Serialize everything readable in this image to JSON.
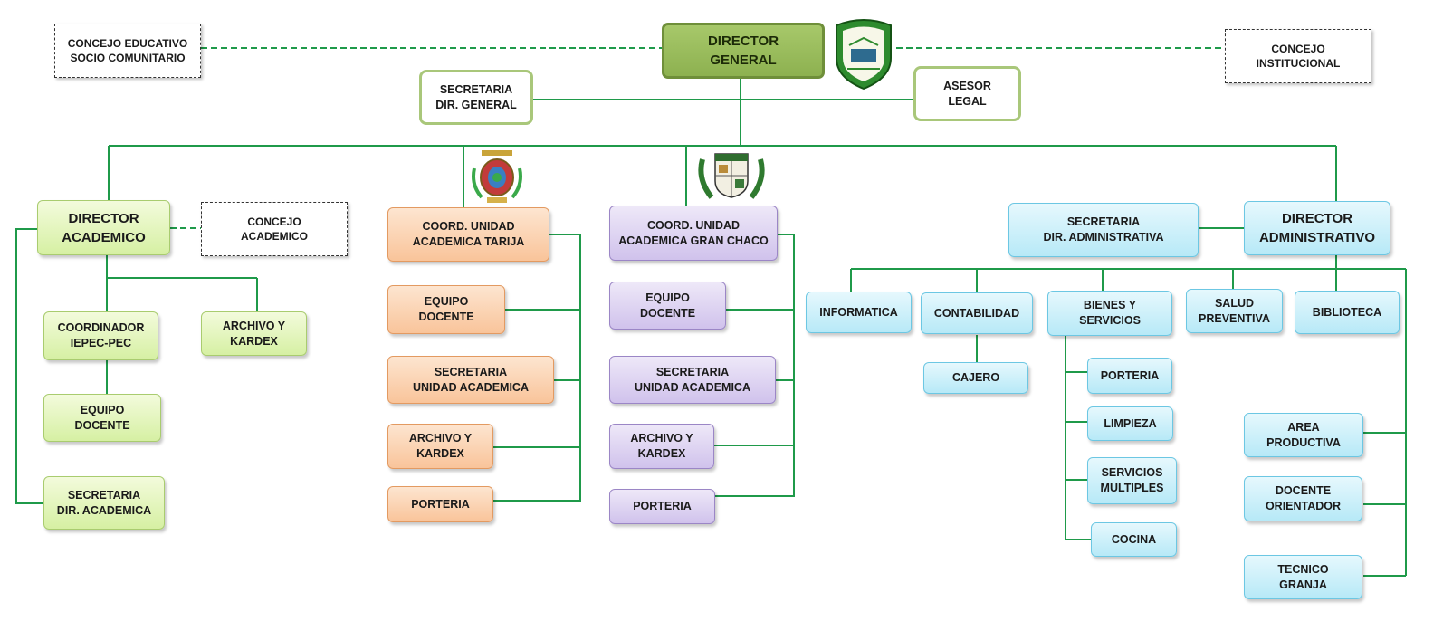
{
  "top": {
    "director_general": "DIRECTOR\nGENERAL",
    "consejo_educativo": "CONCEJO EDUCATIVO\nSOCIO COMUNITARIO",
    "consejo_institucional": "CONCEJO\nINSTITUCIONAL",
    "secretaria_dir_general": "SECRETARIA\nDIR. GENERAL",
    "asesor_legal": "ASESOR\nLEGAL"
  },
  "academico": {
    "director": "DIRECTOR\nACADEMICO",
    "consejo": "CONCEJO\nACADEMICO",
    "coordinador": "COORDINADOR\nIEPEC-PEC",
    "archivo": "ARCHIVO Y\nKARDEX",
    "equipo": "EQUIPO\nDOCENTE",
    "secretaria": "SECRETARIA\nDIR. ACADEMICA"
  },
  "tarija": {
    "coord": "COORD. UNIDAD\nACADEMICA TARIJA",
    "equipo": "EQUIPO\nDOCENTE",
    "secretaria": "SECRETARIA\nUNIDAD ACADEMICA",
    "archivo": "ARCHIVO Y\nKARDEX",
    "porteria": "PORTERIA"
  },
  "chaco": {
    "coord": "COORD. UNIDAD\nACADEMICA GRAN CHACO",
    "equipo": "EQUIPO\nDOCENTE",
    "secretaria": "SECRETARIA\nUNIDAD ACADEMICA",
    "archivo": "ARCHIVO Y\nKARDEX",
    "porteria": "PORTERIA"
  },
  "administrativo": {
    "director": "DIRECTOR\nADMINISTRATIVO",
    "secretaria": "SECRETARIA\nDIR. ADMINISTRATIVA",
    "informatica": "INFORMATICA",
    "contabilidad": "CONTABILIDAD",
    "cajero": "CAJERO",
    "bienes": "BIENES Y\nSERVICIOS",
    "porteria": "PORTERIA",
    "limpieza": "LIMPIEZA",
    "servicios": "SERVICIOS\nMULTIPLES",
    "cocina": "COCINA",
    "salud": "SALUD\nPREVENTIVA",
    "biblioteca": "BIBLIOTECA",
    "area_productiva": "AREA\nPRODUCTIVA",
    "docente_orientador": "DOCENTE\nORIENTADOR",
    "tecnico_granja": "TECNICO\nGRANJA"
  },
  "colors": {
    "connector": "#1f9a4a",
    "director_general": "#8db150",
    "academico": "#d6f0a3",
    "tarija": "#f9c49a",
    "chaco": "#d0c2ec",
    "administrativo": "#b7e9f7"
  },
  "emblems": [
    "school-crest-icon",
    "tarija-crest-icon",
    "gran-chaco-crest-icon"
  ]
}
